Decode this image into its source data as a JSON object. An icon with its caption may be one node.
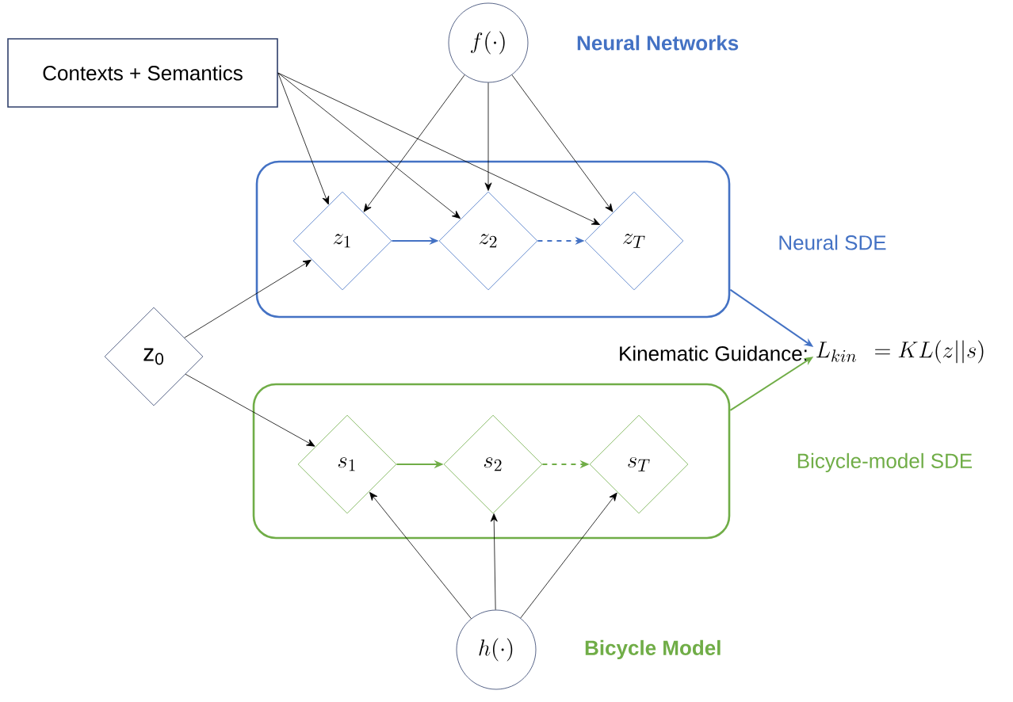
{
  "diagram": {
    "nodes": [
      {
        "text": [
          "Contexts + Semantics"
        ]
      },
      {
        "text": [
          "f(\\cdot)"
        ],
        "beside": [
          "Neural Networks"
        ]
      },
      {
        "text": [
          "Neural SDE"
        ]
      },
      {
        "text": [
          "z_1"
        ],
        "in": 2
      },
      {
        "text": [
          "z_2"
        ],
        "in": 2
      },
      {
        "text": [
          "z_T"
        ],
        "in": 2
      },
      {
        "text": [
          "z$_{0}$"
        ]
      },
      {
        "text": [
          "Bicycle-model SDE"
        ]
      },
      {
        "text": [
          "s_1"
        ],
        "in": 7
      },
      {
        "text": [
          "s_2"
        ],
        "in": 7
      },
      {
        "text": [
          "s_T"
        ],
        "in": 7
      },
      {
        "text": [
          "h(\\cdot)"
        ],
        "beside": [
          "Bicycle Model"
        ]
      },
      {
        "text": [
          "L_{kin} \\;\\, = KL(z||s)"
        ],
        "beside": [
          "Kinematic Guidance:"
        ]
      }
    ],
    "edges": [
      {
        "from": 0,
        "to": 3,
        "arrow": "to"
      },
      {
        "from": 0,
        "to": 4,
        "arrow": "to"
      },
      {
        "from": 0,
        "to": 5,
        "arrow": "to"
      },
      {
        "from": 1,
        "to": 3,
        "arrow": "to"
      },
      {
        "from": 1,
        "to": 4,
        "arrow": "to"
      },
      {
        "from": 1,
        "to": 5,
        "arrow": "to"
      },
      {
        "from": 3,
        "to": 4,
        "arrow": "to",
        "color": "#4472c4"
      },
      {
        "from": 4,
        "to": 5,
        "arrow": "to",
        "style": "dashed",
        "color": "#4472c4"
      },
      {
        "from": 6,
        "to": 3,
        "arrow": "to"
      },
      {
        "from": 6,
        "to": 8,
        "arrow": "to"
      },
      {
        "from": 8,
        "to": 9,
        "arrow": "to",
        "color": "#70ad47"
      },
      {
        "from": 9,
        "to": 10,
        "arrow": "to",
        "style": "dashed",
        "color": "#70ad47"
      },
      {
        "from": 11,
        "to": 8,
        "arrow": "to"
      },
      {
        "from": 11,
        "to": 9,
        "arrow": "to"
      },
      {
        "from": 11,
        "to": 10,
        "arrow": "to"
      },
      {
        "from": 2,
        "to": 12,
        "arrow": "to",
        "color": "#4472c4"
      },
      {
        "from": 7,
        "to": 12,
        "arrow": "to",
        "color": "#70ad47"
      }
    ]
  }
}
